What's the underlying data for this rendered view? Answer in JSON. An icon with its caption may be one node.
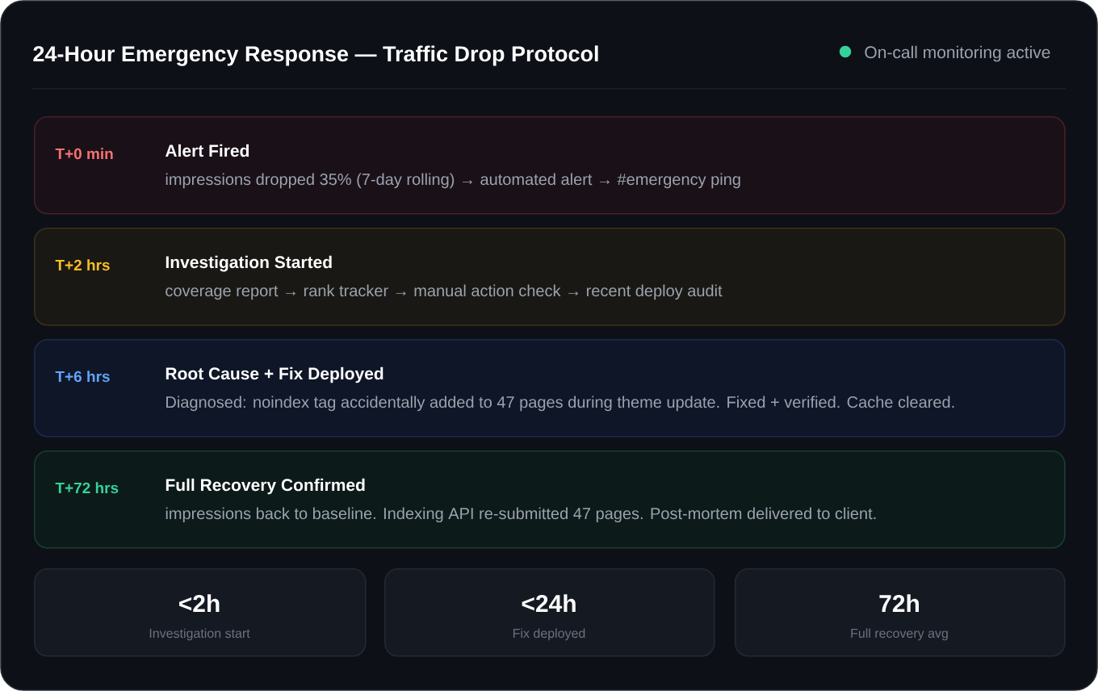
{
  "diagram": {
    "title": "24-Hour Emergency Response — Traffic Drop Protocol",
    "nodes": [
      {
        "text": [
          "T+0 min",
          "Alert Fired",
          "impressions dropped 35% (7-day rolling) → automated alert → #emergency ping"
        ]
      },
      {
        "text": [
          "T+2 hrs",
          "Investigation Started",
          "coverage report → rank tracker → manual action check → recent deploy audit"
        ]
      },
      {
        "text": [
          "T+6 hrs",
          "Root Cause + Fix Deployed",
          "Diagnosed: noindex tag accidentally added to 47 pages during theme update. Fixed + verified. Cache cleared."
        ]
      },
      {
        "text": [
          "T+72 hrs",
          "Full Recovery Confirmed",
          "impressions back to baseline. Indexing API re-submitted 47 pages. Post-mortem delivered to client."
        ]
      },
      {
        "text": [
          "<2h",
          "Investigation start"
        ]
      },
      {
        "text": [
          "<24h",
          "Fix deployed"
        ]
      },
      {
        "text": [
          "72h",
          "Full recovery avg"
        ]
      }
    ],
    "labels": [
      "On-call monitoring active"
    ]
  }
}
